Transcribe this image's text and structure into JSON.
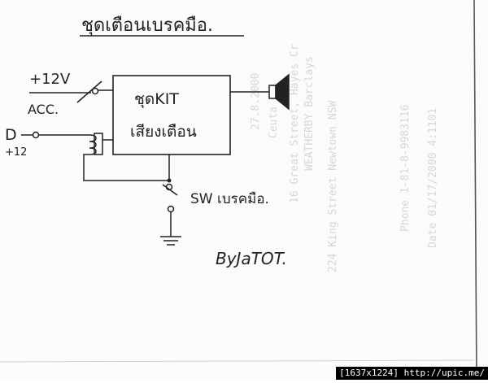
{
  "diagram": {
    "title": "ชุดเตือนเบรคมือ.",
    "labels": {
      "power": "+12V",
      "acc": "ACC.",
      "d": "D",
      "plus12": "+12",
      "kit_line1": "ชุดKIT",
      "kit_line2": "เสียงเตือน",
      "sw": "SW เบรคมือ.",
      "author": "ByJaTOT."
    },
    "bleed_through": [
      "27.8.2000",
      "16 Great Street, Hayes Cr",
      "WEATHERBY Barclays",
      "Ceuta",
      "224 King Street Newtown NSW",
      "Phone 1-81-8-9983116",
      "Date 01/17/2000 4:1101"
    ]
  },
  "watermark": {
    "dimensions": "[1637x1224]",
    "url": "http://upic.me/"
  }
}
